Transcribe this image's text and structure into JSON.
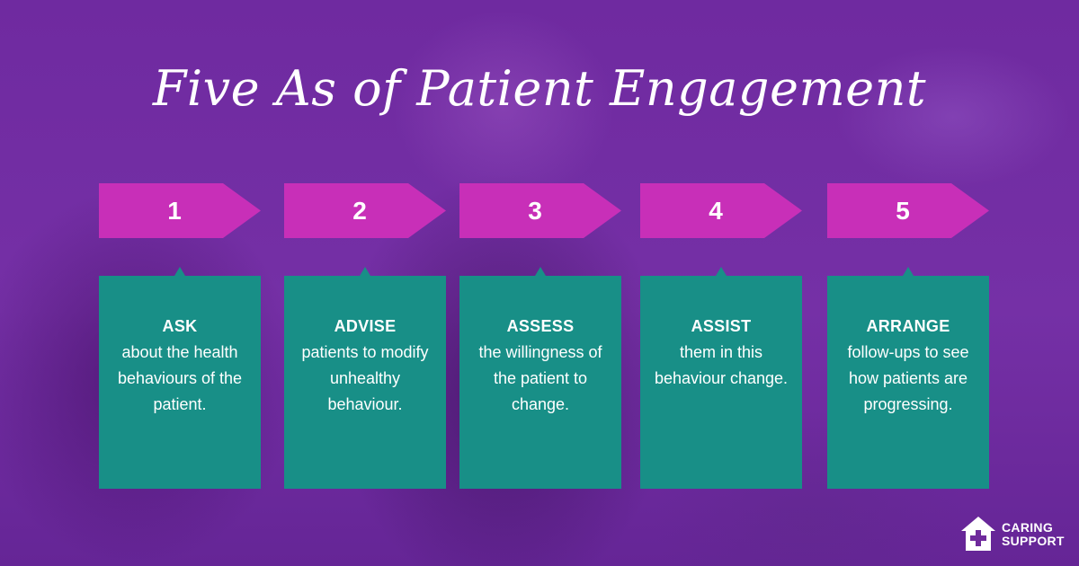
{
  "title": "Five As of Patient Engagement",
  "steps": [
    {
      "number": "1",
      "heading": "ASK",
      "text": "about the health behaviours of the patient."
    },
    {
      "number": "2",
      "heading": "ADVISE",
      "text": "patients to modify unhealthy behaviour."
    },
    {
      "number": "3",
      "heading": "ASSESS",
      "text": "the willingness of the patient to change."
    },
    {
      "number": "4",
      "heading": "ASSIST",
      "text": "them in this behaviour change."
    },
    {
      "number": "5",
      "heading": "ARRANGE",
      "text": "follow-ups to see how patients are progressing."
    }
  ],
  "logo": {
    "line1": "CARING",
    "line2": "SUPPORT",
    "icon": "house-cross-icon"
  },
  "colors": {
    "background": "#6f2a9c",
    "arrow": "#c82fb8",
    "box": "#188f87",
    "text": "#ffffff"
  }
}
